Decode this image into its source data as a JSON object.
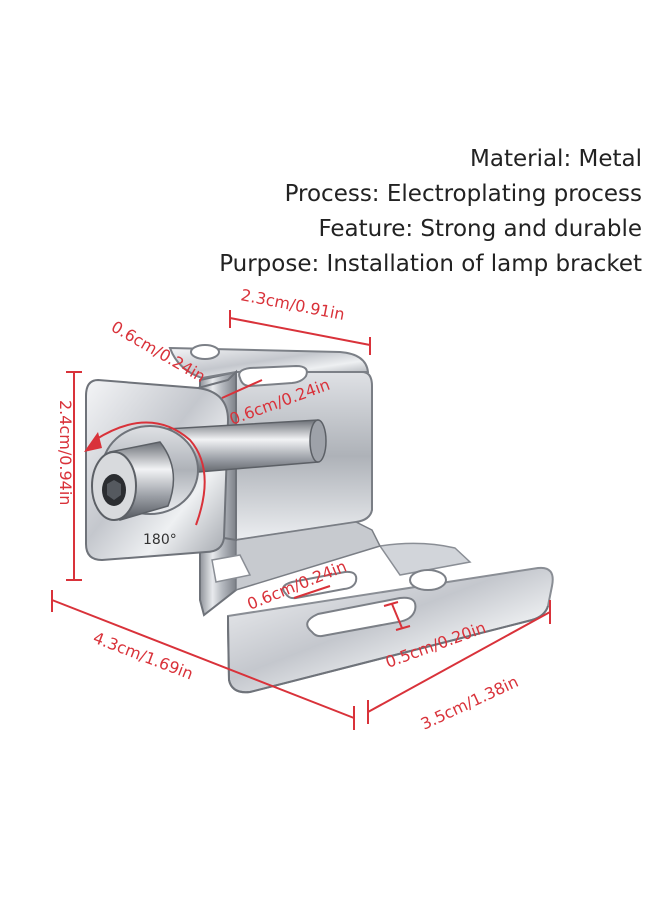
{
  "specs": {
    "material": "Material: Metal",
    "process": "Process: Electroplating process",
    "feature": "Feature: Strong and durable",
    "purpose": "Purpose: Installation of lamp bracket"
  },
  "dimensions": {
    "top_width": "2.3cm/0.91in",
    "slot_top_left": "0.6cm/0.24in",
    "slot_top_right": "0.6cm/0.24in",
    "height": "2.4cm/0.94in",
    "angle": "180°",
    "slot_base": "0.6cm/0.24in",
    "slot_width": "0.5cm/0.20in",
    "base_length": "4.3cm/1.69in",
    "base_width": "3.5cm/1.38in"
  },
  "colors": {
    "dimension_red": "#d9323a",
    "metal": "#c9ccd2"
  }
}
